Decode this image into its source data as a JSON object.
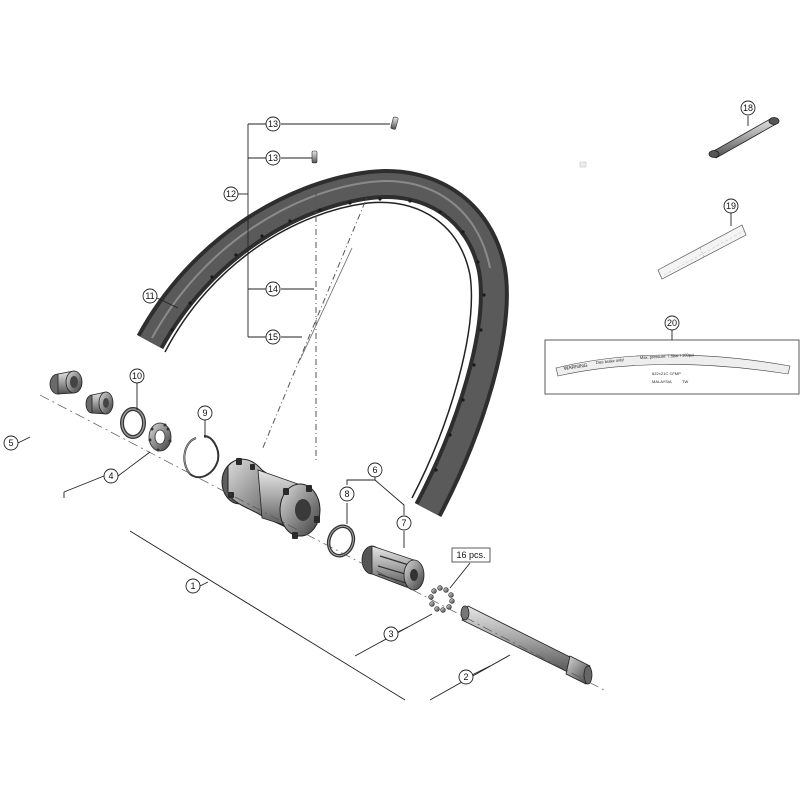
{
  "callouts": {
    "c1": "1",
    "c2": "2",
    "c3": "3",
    "c4": "4",
    "c5": "5",
    "c6": "6",
    "c7": "7",
    "c8": "8",
    "c9": "9",
    "c10": "10",
    "c11": "11",
    "c12": "12",
    "c13a": "13",
    "c13b": "13",
    "c14": "14",
    "c15": "15",
    "c18": "18",
    "c19": "19",
    "c20": "20"
  },
  "quantity_label": "16 pcs.",
  "decal": {
    "warning": "WARNING",
    "line1": "Disc brake only!",
    "line2": "Max. pressure: 7.5bar / 109psi",
    "size": "622×21C CFMP",
    "origin": "MALAYSIA",
    "mark": "TW"
  },
  "colors": {
    "ink": "#222222",
    "rim": "#3c3c3c",
    "metal_light": "#b4b4b4",
    "metal_dark": "#5a5a5a"
  }
}
